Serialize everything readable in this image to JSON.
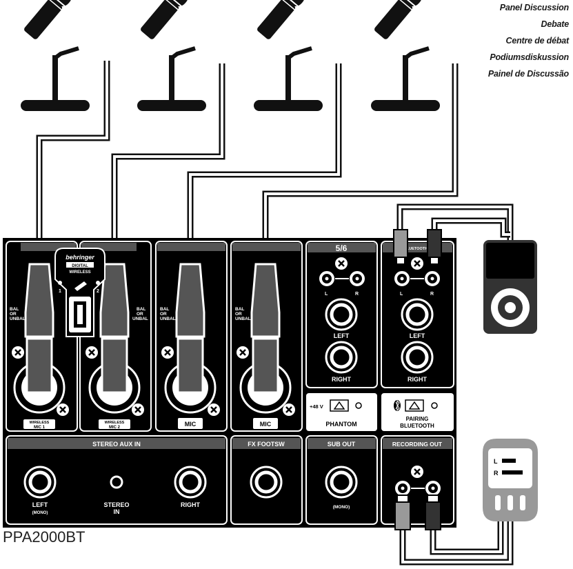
{
  "captions": [
    "Panel Discussion",
    "Debate",
    "Centre de débat",
    "Podiumsdiskussion",
    "Painel de Discussão"
  ],
  "model": "PPA2000BT",
  "panel": {
    "ch56_title": "5/6",
    "wireless_brand": "behringer",
    "wireless_word1": "DIGITAL",
    "wireless_word2": "WIRELESS",
    "ch_num_1": "1",
    "ch_num_2": "2",
    "bal_a": "BAL",
    "bal_b": "OR",
    "bal_c": "UNBAL",
    "wireless_mic1_a": "WIRELESS",
    "wireless_mic1_b": "MIC 1",
    "wireless_mic2_a": "WIRELESS",
    "wireless_mic2_b": "MIC 2",
    "mic_label": "MIC",
    "l": "L",
    "r": "R",
    "left": "LEFT",
    "right": "RIGHT",
    "phantom_voltage": "+48 V",
    "phantom": "PHANTOM",
    "pairing": "PAIRING",
    "bluetooth": "BLUETOOTH",
    "bt_header": "BLUETOOTH",
    "stereo_aux_in": "STEREO AUX IN",
    "fx_footsw": "FX FOOTSW",
    "sub_out": "SUB OUT",
    "recording_out": "RECORDING OUT",
    "aux_left": "LEFT",
    "aux_mono": "(MONO)",
    "stereo": "STEREO",
    "in": "IN",
    "aux_right": "RIGHT",
    "sub_mono": "(MONO)"
  },
  "recorder": {
    "l": "L",
    "r": "R"
  },
  "colors": {
    "ink": "#111111",
    "panel": "#000000",
    "grey": "#9a9a9a",
    "dark_grey": "#555555",
    "white": "#ffffff"
  }
}
